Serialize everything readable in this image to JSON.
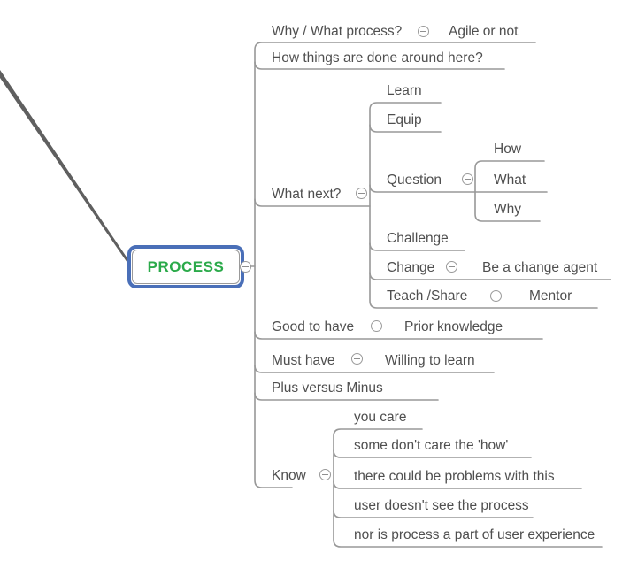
{
  "title": "PROCESS mind map",
  "colors": {
    "root_border": "#4a6fb8",
    "root_inner_border": "#9a9a9a",
    "root_text": "#2baa4a",
    "connector_line": "#989898",
    "parent_link_line": "#5f5f5f",
    "node_text": "#4f4f4f",
    "background": "#ffffff"
  },
  "icons": {
    "collapse": "minus-in-circle"
  },
  "nodes": {
    "root": "PROCESS",
    "why_what": "Why / What process?",
    "agile": "Agile or not",
    "how_things": "How things are done around here?",
    "what_next": "What next?",
    "learn": "Learn",
    "equip": "Equip",
    "question": "Question",
    "how": "How",
    "what": "What",
    "why": "Why",
    "challenge": "Challenge",
    "change": "Change",
    "be_change_agent": "Be a change agent",
    "teach_share": "Teach /Share",
    "mentor": "Mentor",
    "good_to_have": "Good to have",
    "prior_knowledge": "Prior knowledge",
    "must_have": "Must have",
    "willing_to_learn": "Willing to learn",
    "plus_minus": "Plus versus Minus",
    "know": "Know",
    "you_care": "you care",
    "some_dont": "some don't care the 'how'",
    "there_could": "there could be problems with this",
    "user_doesnt": "user doesn't see the process",
    "nor_is": "nor is process a part of user experience"
  },
  "structure": {
    "PROCESS": {
      "Why / What process?": [
        "Agile or not"
      ],
      "How things are done around here?": [],
      "What next?": {
        "Learn": [],
        "Equip": [],
        "Question": [
          "How",
          "What",
          "Why"
        ],
        "Challenge": [],
        "Change": [
          "Be a change agent"
        ],
        "Teach /Share": [
          "Mentor"
        ]
      },
      "Good to have": [
        "Prior knowledge"
      ],
      "Must have": [
        "Willing to learn"
      ],
      "Plus versus Minus": [],
      "Know": [
        "you care",
        "some don't care the 'how'",
        "there could be problems with this",
        "user doesn't see the process",
        "nor is process a part of user experience"
      ]
    }
  }
}
